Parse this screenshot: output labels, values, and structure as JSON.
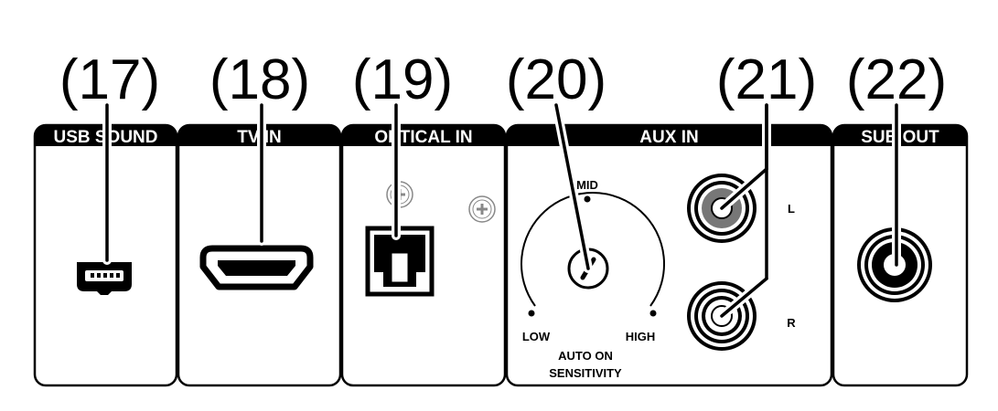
{
  "callouts": {
    "c17": "(17)",
    "c18": "(18)",
    "c19": "(19)",
    "c20": "(20)",
    "c21": "(21)",
    "c22": "(22)"
  },
  "panels": {
    "usb_sound": "USB SOUND",
    "tv_in": "TV IN",
    "optical_in": "OPTICAL IN",
    "aux_in": "AUX IN",
    "sub_out": "SUB OUT"
  },
  "aux": {
    "mid": "MID",
    "low": "LOW",
    "high": "HIGH",
    "auto_on": "AUTO ON",
    "sensitivity": "SENSITIVITY",
    "left": "L",
    "right": "R"
  },
  "colors": {
    "ink": "#000000",
    "rca_left_ring": "#777777",
    "paper": "#ffffff"
  }
}
